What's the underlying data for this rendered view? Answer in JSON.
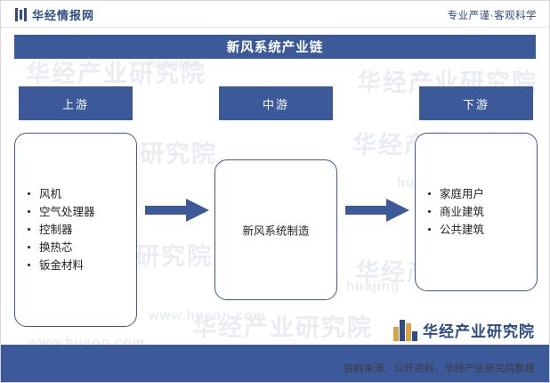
{
  "header": {
    "logo_text": "华经情报网",
    "slogan": "专业严谨·客观科学"
  },
  "title": "新风系统产业链",
  "stages": [
    {
      "label": "上游"
    },
    {
      "label": "中游"
    },
    {
      "label": "下游"
    }
  ],
  "nodes": {
    "upstream": {
      "items": [
        "风机",
        "空气处理器",
        "控制器",
        "换热芯",
        "钣金材料"
      ]
    },
    "midstream": {
      "text": "新风系统制造"
    },
    "downstream": {
      "items": [
        "家庭用户",
        "商业建筑",
        "公共建筑"
      ]
    }
  },
  "footer": {
    "source": "资料来源：公开资料、华经产业研究院整理",
    "brand": "华经产业研究院"
  },
  "watermarks": {
    "cn": "华经产业研究院",
    "en": "huajing",
    "url": "www.huaon.com"
  },
  "colors": {
    "brand_blue": "#3c5a9a",
    "brand_gold": "#d9a441",
    "watermark": "#e9edf3"
  }
}
